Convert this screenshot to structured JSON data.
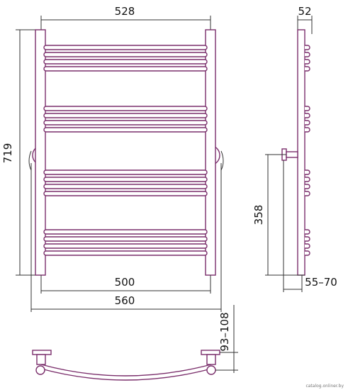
{
  "diagram": {
    "type": "technical-drawing",
    "subject": "heated towel rail",
    "stroke_color": "#7a2e6b",
    "dimension_color": "#333333",
    "dimensions": {
      "top_width": "528",
      "side_depth": "52",
      "height": "719",
      "connection_height": "358",
      "inner_width": "500",
      "outer_width": "560",
      "wall_gap": "55–70",
      "bottom_depth": "93–108"
    },
    "bar_groups": [
      4,
      4,
      4,
      4
    ],
    "watermark": "catalog.onliner.by"
  }
}
